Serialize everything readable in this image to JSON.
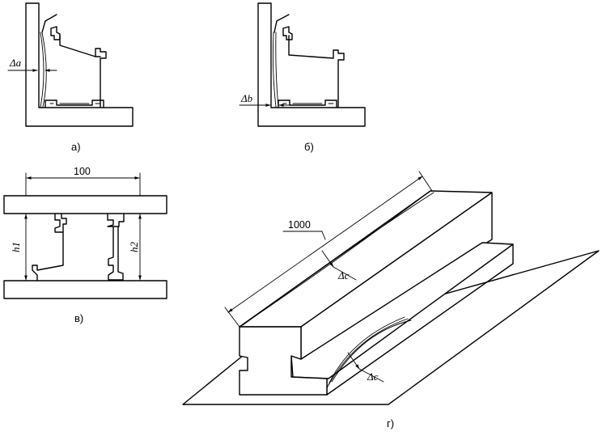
{
  "figures": {
    "a": {
      "caption": "а)",
      "dimension_label": "Δa"
    },
    "b": {
      "caption": "б)",
      "dimension_label": "Δb"
    },
    "v": {
      "caption": "в)",
      "dimension_width": "100",
      "label_h1": "h1",
      "label_h2": "h2"
    },
    "g": {
      "caption": "г)",
      "dimension_length": "1000",
      "label_top": "Δc",
      "label_bottom": "Δc"
    }
  }
}
